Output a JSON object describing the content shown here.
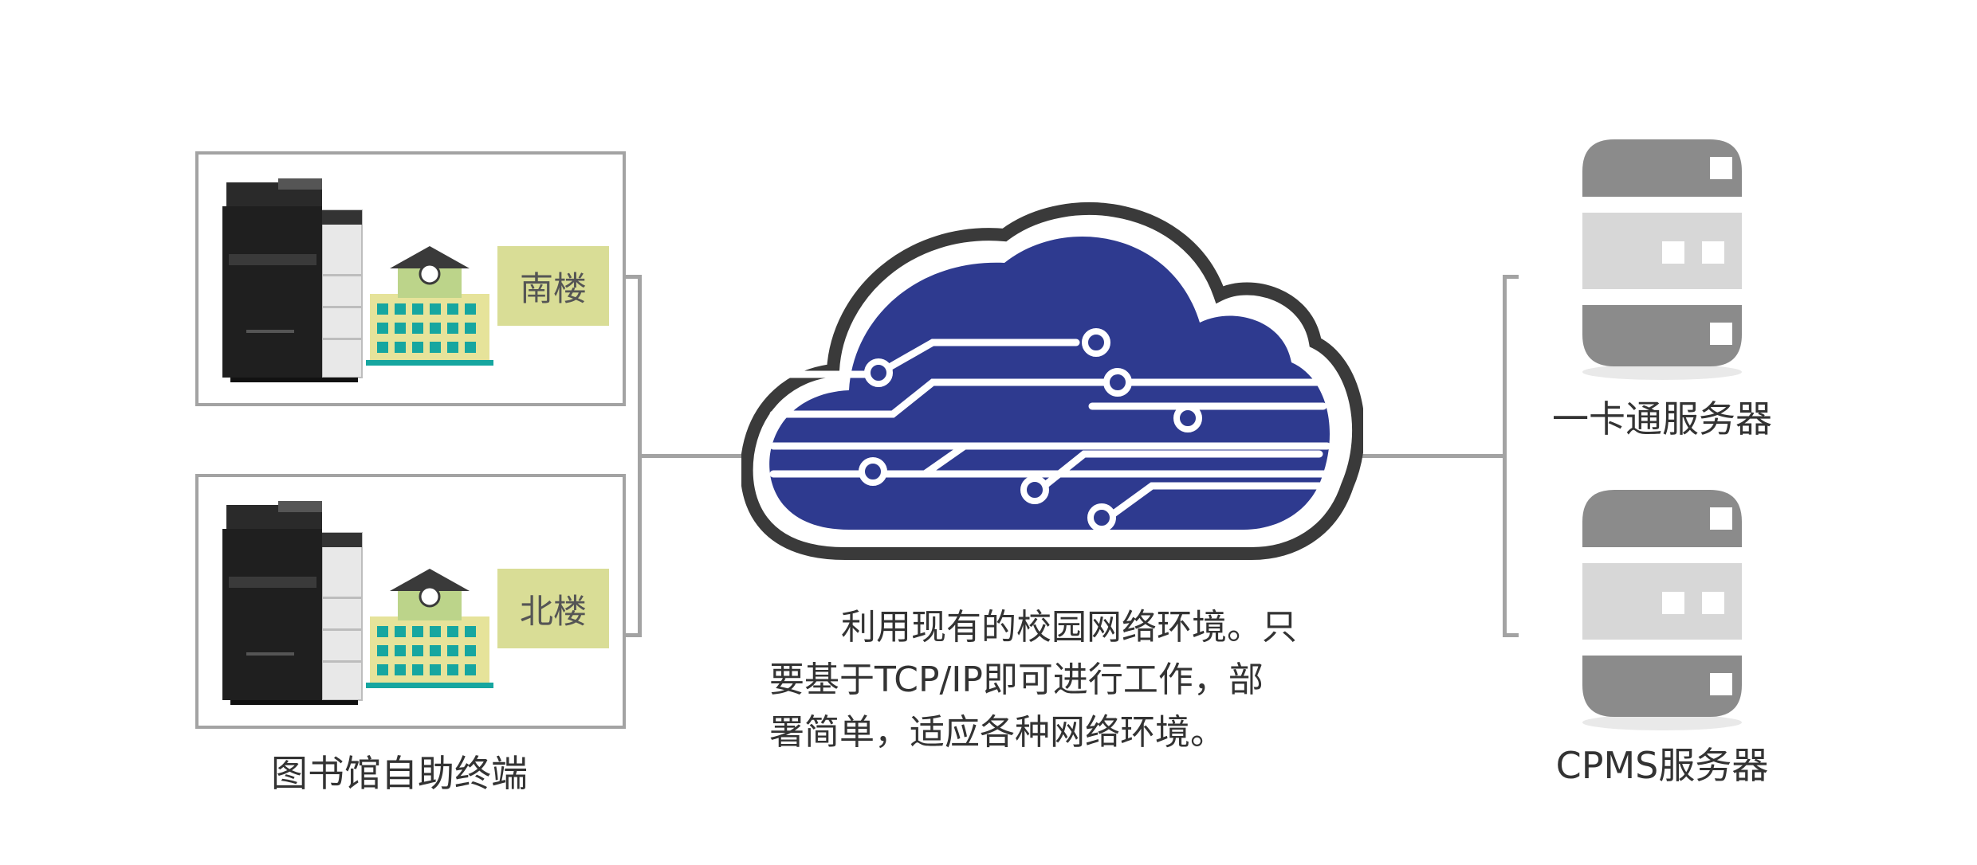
{
  "left": {
    "terminals": [
      {
        "building_label": "南楼"
      },
      {
        "building_label": "北楼"
      }
    ],
    "caption": "图书馆自助终端"
  },
  "center": {
    "description_lines": [
      "利用现有的校园网络环境。只",
      "要基于TCP/IP即可进行工作，部",
      "署简单，适应各种网络环境。"
    ]
  },
  "right": {
    "servers": [
      {
        "label": "一卡通服务器"
      },
      {
        "label": "CPMS服务器"
      }
    ]
  },
  "colors": {
    "cloud_fill": "#2e3a8f",
    "cloud_outline": "#3a3a3a",
    "connector": "#a3a3a3",
    "label_bg": "#d9dd96",
    "building_body": "#e6e39a",
    "window": "#16a6a0",
    "server_dark": "#8b8b8b",
    "server_light": "#d7d7d7"
  },
  "icons": [
    "printer-icon",
    "school-building-icon",
    "cloud-network-icon",
    "server-icon"
  ]
}
